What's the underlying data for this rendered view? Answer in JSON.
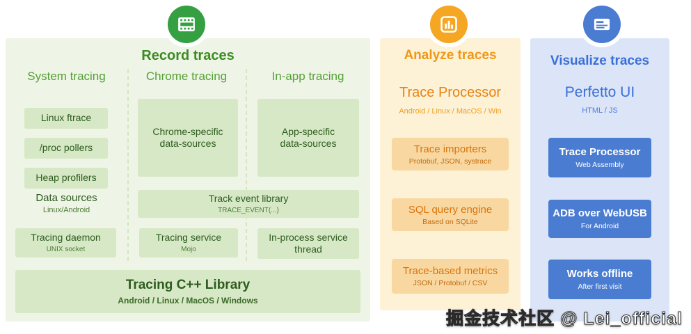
{
  "watermark": "掘金技术社区 @ Lei_official",
  "colors": {
    "record_accent": "#34a042",
    "record_panel_bg": "#eef4e6",
    "record_box_bg": "#d7e8c6",
    "record_text": "#2d5c1e",
    "analyze_accent": "#f5a623",
    "analyze_panel_bg": "#fdf1d6",
    "analyze_box_bg": "#f8d8a0",
    "analyze_text": "#d9730d",
    "visualize_accent": "#4a7cd2",
    "visualize_panel_bg": "#dbe5f7",
    "visualize_box_bg": "#4a7cd2"
  },
  "icons": {
    "record": "film-icon",
    "analyze": "bar-chart-icon",
    "visualize": "browser-card-icon"
  },
  "record": {
    "title": "Record traces",
    "headers": {
      "system": "System tracing",
      "chrome": "Chrome tracing",
      "inapp": "In-app tracing"
    },
    "system_boxes": [
      "Linux ftrace",
      "/proc pollers",
      "Heap profilers"
    ],
    "data_sources": {
      "title": "Data sources",
      "sub": "Linux/Android"
    },
    "tracing_daemon": {
      "title": "Tracing daemon",
      "sub": "UNIX socket"
    },
    "chrome_specific": "Chrome-specific data-sources",
    "app_specific": "App-specific data-sources",
    "track_event": {
      "title": "Track event library",
      "sub": "TRACE_EVENT(...)"
    },
    "tracing_service": {
      "title": "Tracing service",
      "sub": "Mojo"
    },
    "in_process": "In-process service thread",
    "cpp_library": {
      "title": "Tracing C++ Library",
      "sub": "Android / Linux / MacOS / Windows"
    }
  },
  "analyze": {
    "title": "Analyze traces",
    "processor_title": "Trace Processor",
    "processor_sub": "Android / Linux / MacOS / Win",
    "boxes": [
      {
        "title": "Trace importers",
        "sub": "Protobuf, JSON, systrace"
      },
      {
        "title": "SQL query engine",
        "sub": "Based on SQLite"
      },
      {
        "title": "Trace-based metrics",
        "sub": "JSON / Protobuf / CSV"
      }
    ]
  },
  "visualize": {
    "title": "Visualize traces",
    "ui_title": "Perfetto UI",
    "ui_sub": "HTML / JS",
    "boxes": [
      {
        "title": "Trace Processor",
        "sub": "Web Assembly"
      },
      {
        "title": "ADB over WebUSB",
        "sub": "For Android"
      },
      {
        "title": "Works offline",
        "sub": "After first visit"
      }
    ]
  }
}
